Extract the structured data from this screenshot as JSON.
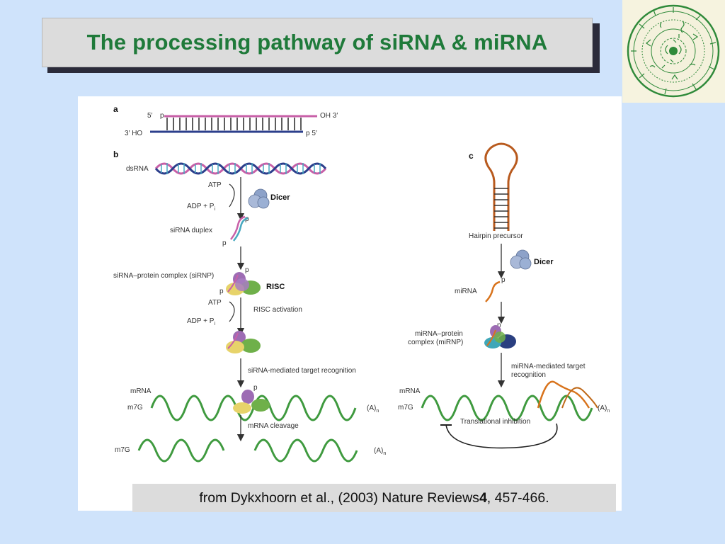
{
  "title": "The processing pathway of siRNA & miRNA",
  "citation": {
    "before": "from Dykxhoorn et al., (2003) Nature Reviews ",
    "volume": "4",
    "after": ", 457-466."
  },
  "colors": {
    "background": "#cfe3fb",
    "title_text": "#1f7a3a",
    "seal_ink": "#2f8a3a",
    "strand_pink": "#c860a8",
    "strand_blue": "#2c3f8c",
    "mrna_green": "#3f9a3f",
    "mirna_orange": "#d8731c"
  },
  "figure": {
    "panel_a": {
      "label": "a",
      "top_5": "5′",
      "top_p": "p",
      "top_oh3": "OH  3′",
      "bottom_3ho": "3′  HO",
      "bottom_p5": "p  5′"
    },
    "panel_b": {
      "label": "b",
      "dsrna": "dsRNA",
      "atp1": "ATP",
      "adp1": "ADP + P",
      "sub_i": "i",
      "dicer": "Dicer",
      "sirna_duplex": "siRNA duplex",
      "p": "p",
      "sirnp": "siRNA–protein complex (siRNP)",
      "risc": "RISC",
      "atp2": "ATP",
      "adp2": "ADP + P",
      "risc_activation": "RISC activation",
      "target_recognition": "siRNA-mediated target recognition",
      "mrna": "mRNA",
      "m7g": "m7G",
      "polya": "(A)",
      "sub_n": "n",
      "cleavage": "mRNA cleavage"
    },
    "panel_c": {
      "label": "c",
      "hairpin": "Hairpin precursor",
      "dicer": "Dicer",
      "mirna": "miRNA",
      "mirnp1": "miRNA–protein",
      "mirnp2": "complex (miRNP)",
      "target1": "miRNA-mediated target",
      "target2": "recognition",
      "mrna": "mRNA",
      "m7g": "m7G",
      "polya": "(A)",
      "sub_n": "n",
      "inhibition": "Translational inhibition"
    }
  }
}
